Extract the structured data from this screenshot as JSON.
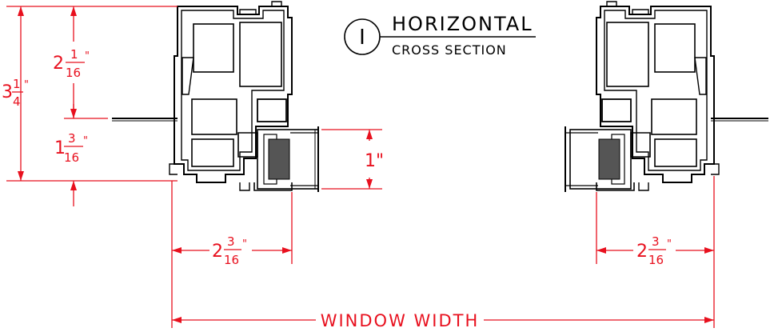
{
  "title": {
    "number": "I",
    "main": "HORIZONTAL",
    "sub": "CROSS SECTION"
  },
  "dimensions": {
    "overall_height": {
      "whole": "3",
      "num": "1",
      "den": "4",
      "unit": "\""
    },
    "upper_height": {
      "whole": "2",
      "num": "1",
      "den": "16",
      "unit": "\""
    },
    "lower_height": {
      "whole": "1",
      "num": "3",
      "den": "16",
      "unit": "\""
    },
    "glass_thickness": {
      "text": "1\""
    },
    "left_depth": {
      "whole": "2",
      "num": "3",
      "den": "16",
      "unit": "\""
    },
    "right_depth": {
      "whole": "2",
      "num": "3",
      "den": "16",
      "unit": "\""
    },
    "window_width": "WINDOW WIDTH"
  },
  "colors": {
    "dimension": "#e8101e",
    "profile": "#000000",
    "glass_fill": "#555555",
    "background": "#ffffff"
  }
}
